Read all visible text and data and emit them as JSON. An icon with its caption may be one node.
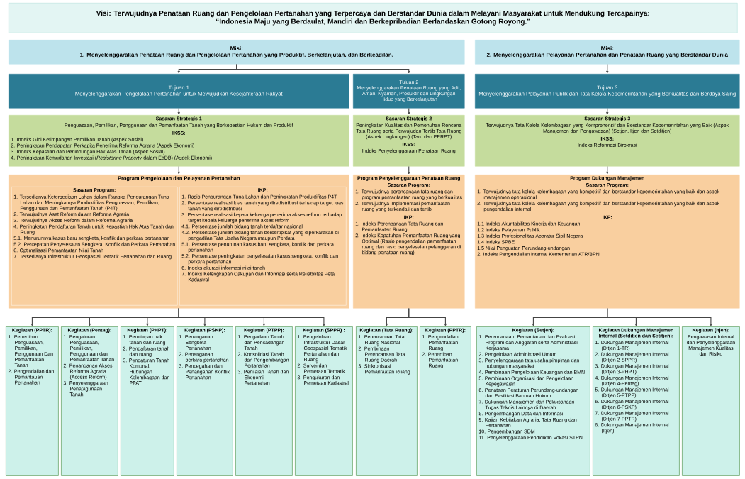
{
  "diagram": {
    "nodes": [
      {
        "text": [
          "Visi: Terwujudnya Penataan Ruang dan Pengelolaan Pertanahan yang Terpercaya dan Berstandar Dunia dalam Melayani Masyarakat untuk Mendukung Tercapainya:",
          "“Indonesia Maju yang Berdaulat, Mandiri dan Berkepribadian Berlandaskan Gotong Royong.”"
        ]
      },
      {
        "text": [
          "Misi:",
          "1. Menyelenggarakan Penataan Ruang dan Pengelolaan Pertanahan yang Produktif, Berkelanjutan, dan Berkeadilan."
        ]
      },
      {
        "text": [
          "Misi:",
          "2. Menyelenggarakan Pelayanan Pertanahan dan Penataan Ruang yang Berstandar Dunia"
        ]
      },
      {
        "text": [
          "Tujuan 1",
          "Menyelenggarakan Pengelolaan Pertanahan untuk Mewujudkan Kesejahteraan Rakyat"
        ]
      },
      {
        "text": [
          "Tujuan 2",
          "Menyelenggarakan Penataan Ruang yang Adil, Aman, Nyaman, Produktif dan Lingkungan Hidup yang Berkelanjutan"
        ]
      },
      {
        "text": [
          "Tujuan 3",
          "Menyelenggarakan Pelayanan Publik dan Tata Kelola Kepemerintahan yang Berkualitas dan Berdaya Saing"
        ]
      },
      {
        "text": [
          "Sasaran Strategis 1",
          "Penguasaan, Pemilikan, Penggunaan dan Pemanfaatan Tanah yang Berkepastian Hukum dan Produktif",
          "IKSS:",
          "1. Indeks Gini Ketimpangan Pemilikan Tanah (Aspek Sosial)",
          "2. Peningkatan Pendapatan Perkapita Penerima Reforma Agraria (Aspek Ekonomi)",
          "3. Indeks Kepastian dan Perlindungan Hak Atas Tanah (Aspek Sosial)",
          "4. Peningkatan Kemudahan Investasi (*Registering Property* dalam EoDB) (Aspek Ekonomi)"
        ]
      },
      {
        "text": [
          "Sasaran Strategis 2",
          "Peningkatan Kualitas dan Pemenuhan Rencana Tata Ruang serta Perwujudan Tertib Tata Ruang (Aspek Lingkungan) (Taru dan PPRPT)",
          "IKSS:",
          "Indeks Penyelenggaraan Penataan Ruang"
        ]
      },
      {
        "text": [
          "Sasaran Strategis 3",
          "Terwujudnya Tata Kelola Kelembagaan yang Komprehensif dan Berstandar Kepemerintahan yang Baik (Aspek Manajemen dan Pengawasan) (Setjen, Itjen dan Setditjen)",
          "IKSS:",
          "Indeks Reformasi Birokrasi"
        ]
      },
      {
        "text": [
          "Program Pengelolaan dan Pelayanan Pertanahan"
        ]
      },
      {
        "text": [
          "Sasaran Program:",
          "1. Tersedianya Ketersediaan Lahan dalam Rangka Pengurangan Tuna Lahan dan Meningkatnya Produktifitas Penguasaan, Pemilikan, Penggunaan dan Pemanfaatan Tanah (P4T)",
          "2. Terwujudnya Aset Reform dalam Reforma Agraria",
          "3. Terwujudnya Akses Reform dalam Reforma Agraria",
          "4. Peningkatan Pendaftaran Tanah untuk Kepastian Hak Atas Tanah dan Ruang",
          "5.1. Menurunnya kasus baru sengketa, konflik dan perkara pertanahan",
          "5.2. Percepatan Penyelesaian Sengketa, Konflik dan Perkara Pertanahan",
          "6. Optimalisasi Pemanfaatan Nilai Tanah",
          "7. Tersedianya Infrastruktur Geospasial Tematik Pertanahan dan Ruang"
        ],
        "in": 9
      },
      {
        "text": [
          "IKP:",
          "1. Rasio Pengurangan Tuna Lahan dan Peningkatan Produktifitas P4T",
          "2. Persentase realisasi luas tanah yang diredistribusi terhadap target luas tanah yang diredistribusi",
          "3. Persentase realisasi kepala keluarga penerima akses reform terhadap target kepala keluarga penerima akses reform",
          "4.1. Persentase jumlah bidang tanah terdaftar nasional",
          "4.2. Persentase jumlah bidang tanah bersertipikat yang diperkarakan di pengadilan Tata Usaha Negara maupun Perdata",
          "5.1. Persentase penurunan kasus baru sengketa, konflik dan perkara pertanahan",
          "5.2. Persentase peningkatan penyelesaian kasus sengketa, konflik dan perkara pertanahan",
          "6. Indeks akurasi informasi nilai tanah",
          "7. Indeks Kelengkapan Cakupan dan Informasi serta Reliabilitas Peta Kadastral"
        ],
        "in": 9
      },
      {
        "text": [
          "Program Penyelenggaraan Penataan Ruang",
          "Sasaran Program:",
          "1. Terwujudnya perencanaan tata ruang dan program pemanfaatan ruang yang berkualitas",
          "2. Terwujudnya implementasi pemanfaatan ruang yang terkendali dan tertib",
          "IKP:",
          "1. Indeks Perencanaan Tata Ruang dan Pemanfaatan Ruang",
          "2. Indeks Kepatuhan Pemanfaatan Ruang yang Optimal (Rasio pengendalian pemanfaatan ruang dan rasio penyelesaian pelanggaran di bidang penataan ruang)"
        ]
      },
      {
        "text": [
          "Program Dukungan Manajemen",
          "Sasaran Program:",
          "1. Terwujudnya tata kelola kelembagaan yang kompetitif dan berstandar kepemerintahan yang baik dan aspek manajemen operasional",
          "2. Terwujudnya tata kelola kelembagaan yang kompetitif dan berstandar kepemerintahan yang baik dan aspek pengendalian internal",
          "IKP:",
          "1.1 Indeks Akuntabilitas Kinerja dan Keuangan",
          "1.2 Indeks Pelayanan Publik",
          "1.3 Indeks Profesionalitas Aparatur Sipil Negara",
          "1.4 Indeks SPBE",
          "1.5 Nilai Penguatan Perundang-undangan",
          "2. Indeks Pengendalian Internal Kementerian ATR/BPN"
        ]
      },
      {
        "text": [
          "Kegiatan (PPTR):",
          "1. Penertiban Penguasaan, Pemilikan, Penggunaan Dan Pemanfaatan Tanah",
          "2. Pengendalian dan Pemantauan Pertanahan"
        ]
      },
      {
        "text": [
          "Kegiatan (Pentag):",
          "1. Pengaturan Penguasaan, Pemilikan, Penggunaan dan Pemanfaatan Tanah",
          "2. Penanganan Akses Reforma Agraria (Access Reform)",
          "3. Penyelenggaraan Penatagunaan Tanah"
        ]
      },
      {
        "text": [
          "Kegiatan (PHPT):",
          "1. Penetapan hak tanah dan ruang",
          "2. Pendaftaran tanah dan ruang",
          "3. Pengaturan Tanah Komunal, Hubungan Kelembagaan dan PPAT"
        ]
      },
      {
        "text": [
          "Kegiatan (PSKP):",
          "1. Penanganan Sengketa Pertanahan",
          "2. Penanganan perkara pertanahan",
          "3. Pencegahan dan Penanganan Konflik Pertanahan"
        ]
      },
      {
        "text": [
          "Kegiatan (PTPP):",
          "1. Pengadaan Tanah dan Pencadangan Tanah",
          "2. Konsolidasi Tanah dan Pengembangan Pertanahan",
          "3. Penilaian Tanah dan Ekonomi Pertanahan"
        ]
      },
      {
        "text": [
          "Kegiatan (SPPR) :",
          "1. Pengelolaan Infrastruktur Dasar Geospasial Tematik Pertanahan dan Ruang",
          "2. Survei dan Pemetaan Tematik",
          "3. Pengukuran dan Pemetaan Kadastral"
        ]
      },
      {
        "text": [
          "Kegiatan (Tata Ruang):",
          "1. Perencanaan Tata Ruang Nasional",
          "2. Pembinaan Perencanaan Tata Ruang Daerah",
          "3. Sinkronisasi Pemanfaatan Ruang"
        ]
      },
      {
        "text": [
          "Kegiatan (PPTR):",
          "1. Pengendalian Pemanfaatan Ruang",
          "2. Penertiban Pemanfaatan Ruang"
        ]
      },
      {
        "text": [
          "Kegiatan (Setjen):",
          "1. Perencanaan, Pemantauan dan Evaluasi Program dan Anggaran serta Administrasi Kerjasama",
          "2. Pengelolaan Administrasi Umum",
          "3. Penyelenggaraan tata usaha pimpinan dan hubungan masyarakat",
          "4. Pembinaan Pengelolaan Keuangan dan BMN",
          "5. Pembinaan Organisasi dan Pengelolaan Kepegawaian",
          "6. Penataan Peraturan Perundang-undangan dan Fasilitasi Bantuan Hukum",
          "7. Dukungan Manajemen dan Pelaksanaan Tugas Teknis Lainnya di Daerah",
          "8. Pengembangan Data dan Informasi",
          "9. Kajian Kebijakan Agraria, Tata Ruang dan Pertanahan",
          "10. Pengembangan SDM",
          "11. Penyelenggaraan Pendidikan Vokasi STPN"
        ]
      },
      {
        "text": [
          "Kegiatan Dukungan Manajemen Internal (Setditjen dan Setitjen):",
          "1. Dukungan Manajemen Internal (Ditjen 1-TR)",
          "2. Dukungan Manajemen Internal (Ditjen 2-SPPR)",
          "3. Dukungan Manajemen Internal (Ditjen 3-PHPT)",
          "4. Dukungan Manajemen Internal (Ditjen 4-Pentag)",
          "5. Dukungan Manajemen Internal (Ditjen 5-PTPP)",
          "6. Dukungan Manajemen Internal (Ditjen 6-PSKP)",
          "7. Dukungan Manajemen Internal (Ditjen 7-PPTR)",
          "8. Dukungan Manajemen Internal (Itjen)"
        ]
      },
      {
        "text": [
          "Kegiatan (Itjen):",
          "Pengawasan Internal dan Penyelenggaraan Manajemen Kualitas dan Risiko"
        ]
      }
    ],
    "edges": [
      {
        "from": 1,
        "to": 3,
        "arrow": "to"
      },
      {
        "from": 1,
        "to": 4,
        "arrow": "to"
      },
      {
        "from": 2,
        "to": 5,
        "arrow": "to"
      },
      {
        "from": 3,
        "to": 6,
        "arrow": "to"
      },
      {
        "from": 4,
        "to": 7,
        "arrow": "to"
      },
      {
        "from": 5,
        "to": 8,
        "arrow": "to"
      },
      {
        "from": 6,
        "to": 9,
        "arrow": "to"
      },
      {
        "from": 7,
        "to": 12,
        "arrow": "to"
      },
      {
        "from": 8,
        "to": 13,
        "arrow": "to"
      },
      {
        "from": 9,
        "to": 14,
        "arrow": "to"
      },
      {
        "from": 9,
        "to": 15,
        "arrow": "to"
      },
      {
        "from": 9,
        "to": 16,
        "arrow": "to"
      },
      {
        "from": 9,
        "to": 17,
        "arrow": "to"
      },
      {
        "from": 9,
        "to": 18,
        "arrow": "to"
      },
      {
        "from": 9,
        "to": 19,
        "arrow": "to"
      },
      {
        "from": 12,
        "to": 20,
        "arrow": "to"
      },
      {
        "from": 12,
        "to": 21,
        "arrow": "to"
      },
      {
        "from": 13,
        "to": 22,
        "arrow": "to"
      },
      {
        "from": 13,
        "to": 23,
        "arrow": "to"
      },
      {
        "from": 13,
        "to": 24,
        "arrow": "to"
      }
    ]
  }
}
